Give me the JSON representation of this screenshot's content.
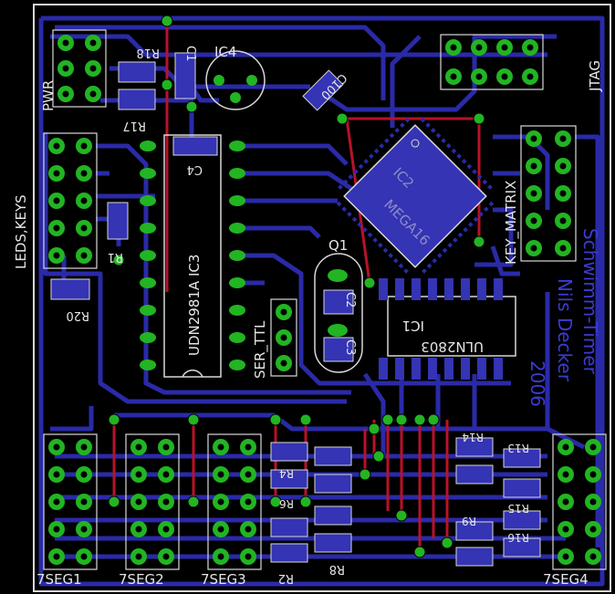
{
  "board": {
    "labels": {
      "pwr": "PWR",
      "leds_keys": "LEDS,KEYS",
      "jtag": "JTAG",
      "key_matrix": "KEY_MATRIX",
      "seg1": "7SEG1",
      "seg2": "7SEG2",
      "seg3": "7SEG3",
      "seg4": "7SEG4",
      "ser_ttl": "SER_TTL",
      "ic3": "UDN2981A  IC3",
      "ic4": "IC4",
      "ic1": "IC1",
      "ic1_part": "ULN2803",
      "ic2": "IC2",
      "ic2_part": "MEGA16",
      "q1": "Q1",
      "c1": "C1",
      "c2": "C2",
      "c3": "C3",
      "c4": "C4",
      "c100": "C100",
      "r1": "R1",
      "r2": "R2",
      "r4": "R4",
      "r6": "R6",
      "r8": "R8",
      "r9": "R9",
      "r13": "R13",
      "r14": "R14",
      "r15": "R15",
      "r16": "R16",
      "r17": "R17",
      "r18": "R18",
      "r20": "R20",
      "author": "Nils Decker",
      "project": "Schwimm-Timer",
      "year": "2006"
    },
    "colors": {
      "background": "#000000",
      "trace_blue": "#2a2aa8",
      "trace_red": "#b8122a",
      "pad_green": "#22b422",
      "outline": "#d8d8d8",
      "silk_text": "#e6e6e6",
      "credit_text": "#3b3bd6"
    }
  }
}
